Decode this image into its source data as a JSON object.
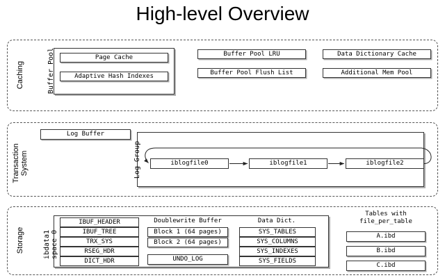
{
  "title": "High-level Overview",
  "sections": [
    {
      "id": "caching",
      "label": "Caching",
      "subgroups": [
        {
          "id": "buffer-pool",
          "label": "Buffer Pool",
          "items": [
            "Page Cache",
            "Adaptive Hash Indexes"
          ]
        }
      ],
      "items": [
        "Buffer Pool LRU",
        "Buffer Pool Flush List",
        "Data Dictionary Cache",
        "Additional Mem Pool"
      ]
    },
    {
      "id": "transaction-system",
      "label": "Transaction\nSystem",
      "label_line1": "Transaction",
      "label_line2": "System",
      "items": [
        "Log Buffer"
      ],
      "subgroups": [
        {
          "id": "log-group",
          "label": "Log Group",
          "items": [
            "iblogfile0",
            "iblogfile1",
            "iblogfile2"
          ]
        }
      ]
    },
    {
      "id": "storage",
      "label": "Storage",
      "subgroups": [
        {
          "id": "ibdata1",
          "label_line1": "ibdata1",
          "label_line2": "space 0",
          "columns": [
            {
              "header": "",
              "items": [
                "IBUF_HEADER",
                "IBUF_TREE",
                "TRX_SYS",
                "RSEG_HDR",
                "DICT_HDR"
              ]
            },
            {
              "header": "Doublewrite Buffer",
              "items": [
                "Block 1 (64 pages)",
                "Block 2 (64 pages)",
                "UNDO_LOG"
              ]
            },
            {
              "header": "Data Dict.",
              "items": [
                "SYS_TABLES",
                "SYS_COLUMNS",
                "SYS_INDEXES",
                "SYS_FIELDS"
              ]
            }
          ]
        }
      ],
      "tables": {
        "header_line1": "Tables with",
        "header_line2": "file_per_table",
        "items": [
          "A.ibd",
          "B.ibd",
          "C.ibd"
        ]
      }
    }
  ],
  "colors": {
    "background": "#ffffff",
    "text": "#000000",
    "stroke": "#333333",
    "dashed_stroke": "#555555",
    "shadow": "#6e6e6e"
  }
}
